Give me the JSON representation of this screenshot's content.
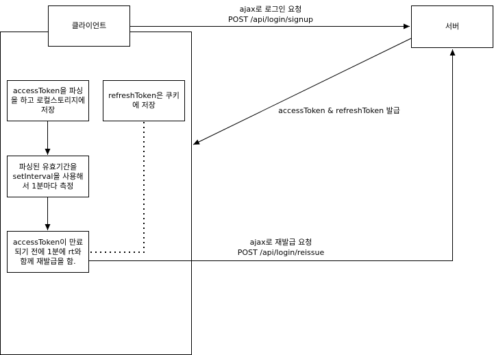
{
  "nodes": {
    "client": "클라이언트",
    "server": "서버",
    "access_token_store": "accessToken을 파싱을 하고 로컬스토리지에 저장",
    "refresh_token_store": "refreshToken은 쿠키에 저장",
    "interval_measure": "파싱된 유효기간을 setInterval을 사용해서 1분마다 측정",
    "reissue_before_expiry": "accessToken이 만료되기 전에 1분에 rt와 함께 재발급을 함."
  },
  "edges": {
    "login_request_line1": "ajax로 로그인 요청",
    "login_request_line2": "POST /api/login/signup",
    "token_issue": "accessToken & refreshToken 발급",
    "reissue_request_line1": "ajax로 재발급 요청",
    "reissue_request_line2": "POST /api/login/reissue"
  }
}
